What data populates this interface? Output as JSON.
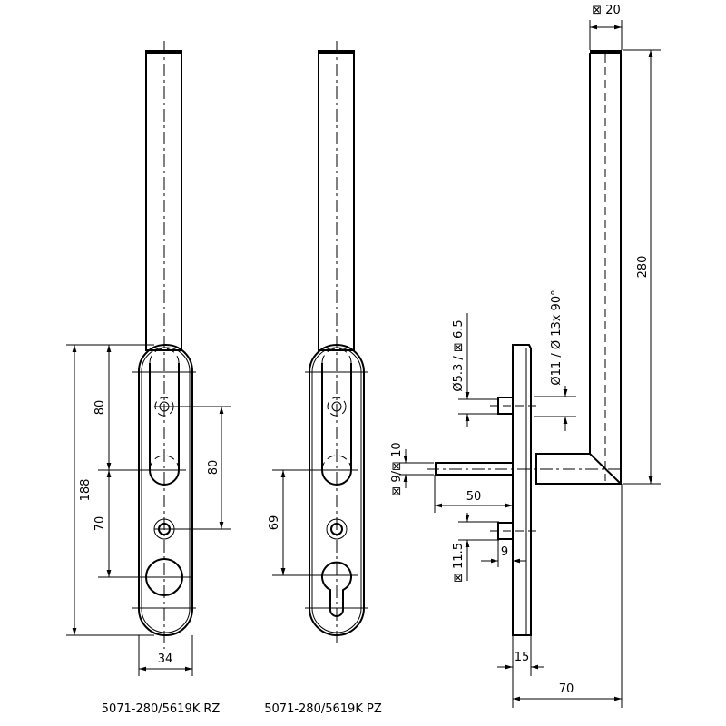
{
  "captions": {
    "rz": "5071-280/5619K RZ",
    "pz": "5071-280/5619K PZ"
  },
  "dims_front": {
    "overall_height": "188",
    "upper": "80",
    "lower": "70",
    "screw_spacing": "80",
    "width": "34",
    "pz_spacing": "69"
  },
  "dims_side": {
    "bar_section": "⊠ 20",
    "length": "280",
    "screw": "Ø5.3 /  ⊠ 6.5",
    "countersink": "Ø11 / Ø 13x 90°",
    "spindle": "⊠ 9/⊠ 10",
    "spindle_length": "50",
    "spindle_square": "⊠ 11.5",
    "screw_offset": "9",
    "plate_thickness": "15",
    "projection": "70"
  }
}
